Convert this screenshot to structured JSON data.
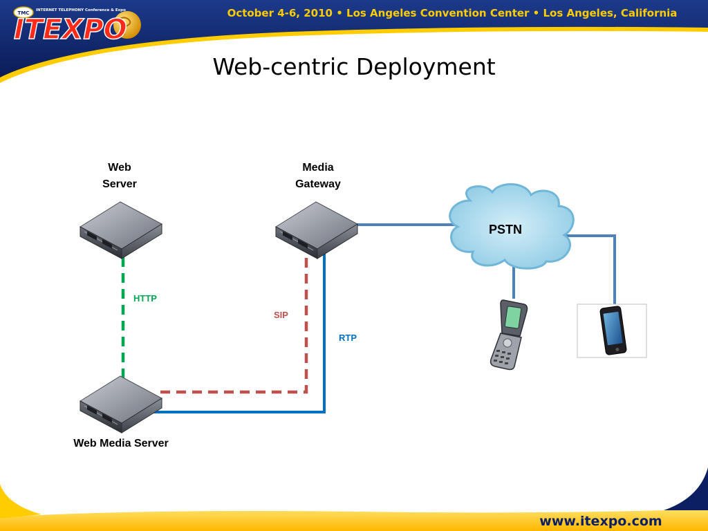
{
  "header": {
    "logo_top": "INTERNET TELEPHONY Conference & Expo",
    "logo_badge": "TMC",
    "logo_text": "ITEXPO",
    "event_info": "October 4-6, 2010  •  Los Angeles Convention Center  •  Los Angeles, California"
  },
  "slide": {
    "title": "Web-centric Deployment"
  },
  "diagram": {
    "web_server": {
      "line1": "Web",
      "line2": "Server"
    },
    "media_gateway": {
      "line1": "Media",
      "line2": "Gateway"
    },
    "web_media_server": "Web Media Server",
    "pstn": "PSTN",
    "connections": {
      "http": "HTTP",
      "sip": "SIP",
      "rtp": "RTP"
    },
    "colors": {
      "http": "#00a651",
      "sip": "#c0504d",
      "rtp": "#0070c0",
      "pstn_link": "#4f81bd",
      "cloud": "#9dd3ea"
    }
  },
  "footer": {
    "url": "www.itexpo.com",
    "colors": {
      "band": "#ffcc00",
      "nav": "#0d1f63"
    }
  }
}
